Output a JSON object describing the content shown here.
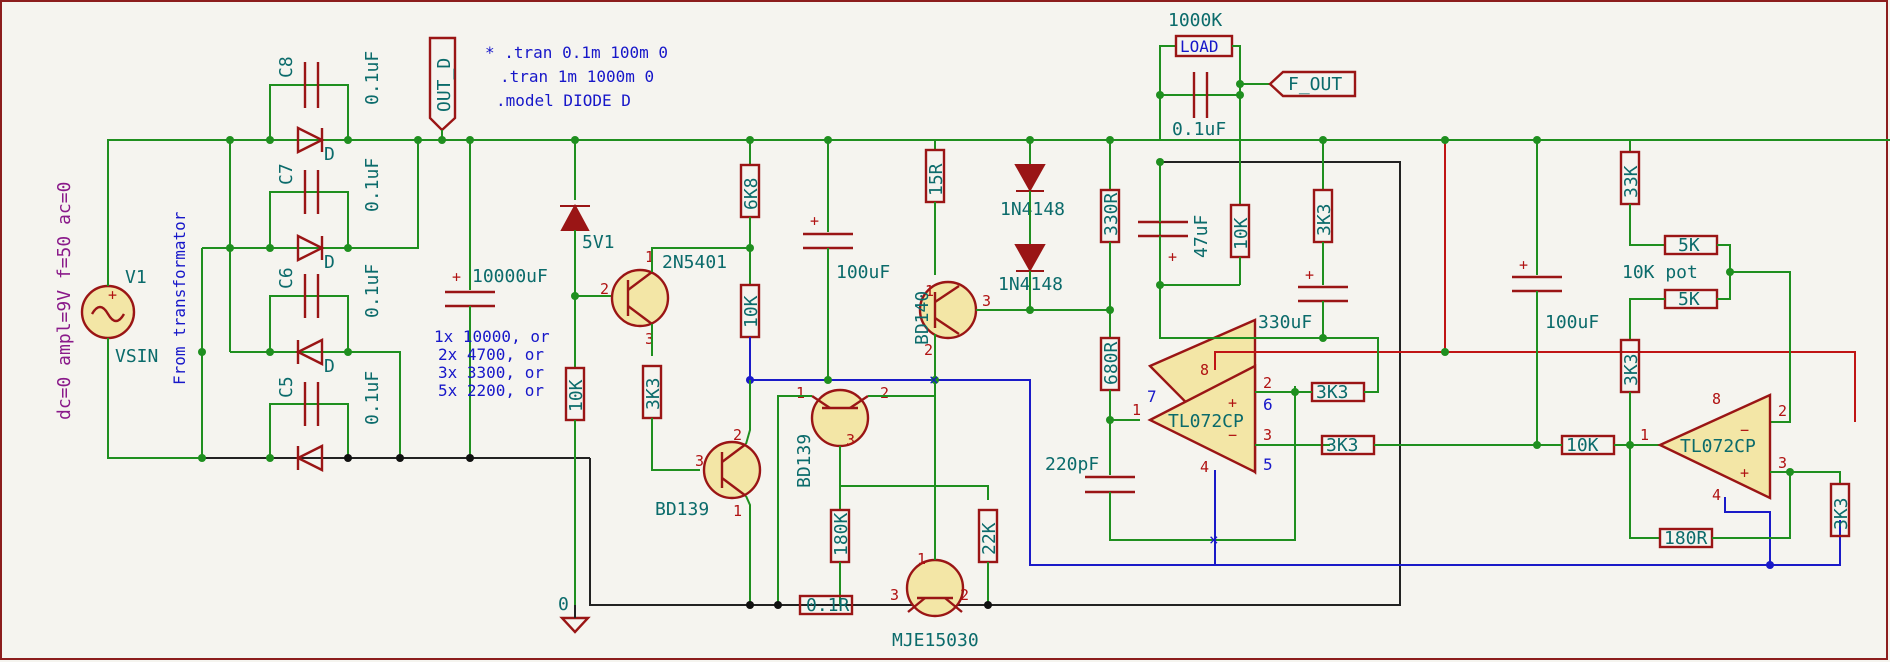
{
  "directives": [
    " * .tran 0.1m 100m 0",
    ".tran 1m 1000m 0",
    ".model DIODE D"
  ],
  "source": {
    "ref": "V1",
    "value": "VSIN",
    "params": "dc=0 ampl=9V f=50 ac=0",
    "note": "From transformator"
  },
  "bridge_caps": [
    {
      "ref": "C8",
      "value": "0.1uF"
    },
    {
      "ref": "C7",
      "value": "0.1uF"
    },
    {
      "ref": "C6",
      "value": "0.1uF"
    },
    {
      "ref": "C5",
      "value": "0.1uF"
    }
  ],
  "diode_label": "D",
  "out_label": "OUT_D",
  "main_cap": {
    "value": "10000uF",
    "note": [
      "1x 10000, or",
      "2x 4700, or",
      "3x 3300, or",
      "5x 2200, or"
    ]
  },
  "zener": "5V1",
  "ground": "0",
  "parts": {
    "r10k_a": "10K",
    "r3k3_a": "3K3",
    "q_2n5401": "2N5401",
    "r6k8": "6K8",
    "r10k_b": "10K",
    "q_bd139_a": "BD139",
    "q_bd139_b": "BD139",
    "c100uf_a": "100uF",
    "r15r": "15R",
    "q_bd140": "BD140",
    "d1": "1N4148",
    "d2": "1N4148",
    "r180k": "180K",
    "r01r": "0.1R",
    "q_mje": "MJE15030",
    "r22k": "22K",
    "r330r": "330R",
    "r680r": "680R",
    "c220pf": "220pF",
    "c47uf": "47uF",
    "r10k_c": "10K",
    "c01uf": "0.1uF",
    "load_val": "1000K",
    "load": "LOAD",
    "f_out": "F_OUT",
    "r3k3_b": "3K3",
    "c330uf": "330uF",
    "r3k3_c": "3K3",
    "r3k3_d": "3K3",
    "opamp1": "TL072CP",
    "c100uf_b": "100uF",
    "r33k": "33K",
    "r5k_a": "5K",
    "pot": "10K pot",
    "r5k_b": "5K",
    "r3k3_e": "3K3",
    "r10k_d": "10K",
    "opamp2": "TL072CP",
    "r180r": "180R",
    "r3k3_f": "3K3"
  },
  "pins": {
    "q1": [
      "1",
      "2",
      "3"
    ],
    "q2": [
      "2",
      "3",
      "1"
    ],
    "q3": [
      "1",
      "2",
      "3"
    ],
    "q4": [
      "1",
      "2",
      "3"
    ],
    "q5": [
      "1",
      "2",
      "3"
    ],
    "u1": [
      "8",
      "2",
      "6",
      "3",
      "5",
      "1",
      "7",
      "4"
    ],
    "u2": [
      "8",
      "1",
      "2",
      "3",
      "4"
    ]
  }
}
